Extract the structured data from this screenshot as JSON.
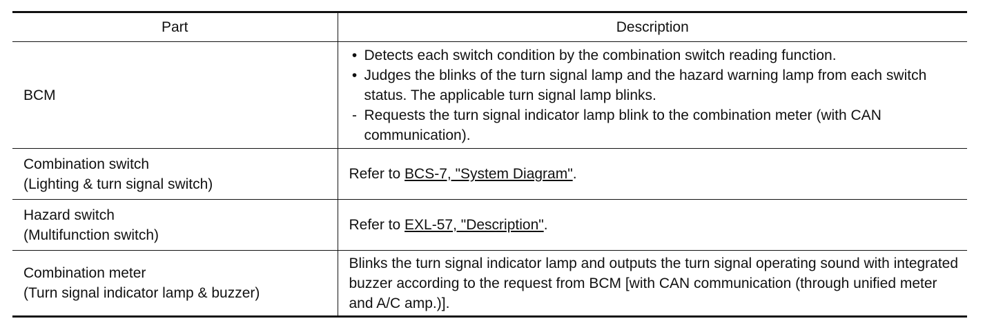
{
  "table": {
    "headers": {
      "part": "Part",
      "description": "Description"
    },
    "rows": {
      "bcm": {
        "part": "BCM",
        "items": [
          {
            "marker": "•",
            "text": "Detects each switch condition by the combination switch reading function."
          },
          {
            "marker": "•",
            "text": "Judges the blinks of the turn signal lamp and the hazard warning lamp from each switch status. The applicable turn signal lamp blinks."
          },
          {
            "marker": "-",
            "text": "Requests the turn signal indicator lamp blink to the combination meter (with CAN communication)."
          }
        ]
      },
      "combination_switch": {
        "part_line1": "Combination switch",
        "part_line2": "(Lighting & turn signal switch)",
        "desc_prefix": "Refer to ",
        "desc_link": "BCS-7, \"System Diagram\"",
        "desc_suffix": "."
      },
      "hazard_switch": {
        "part_line1": "Hazard switch",
        "part_line2": "(Multifunction switch)",
        "desc_prefix": "Refer to ",
        "desc_link": "EXL-57, \"Description\"",
        "desc_suffix": "."
      },
      "combination_meter": {
        "part_line1": "Combination meter",
        "part_line2": "(Turn signal indicator lamp & buzzer)",
        "desc": "Blinks the turn signal indicator lamp and outputs the turn signal operating sound with integrated buzzer according to the request from BCM [with CAN communication (through unified meter and A/C amp.)]."
      }
    }
  }
}
